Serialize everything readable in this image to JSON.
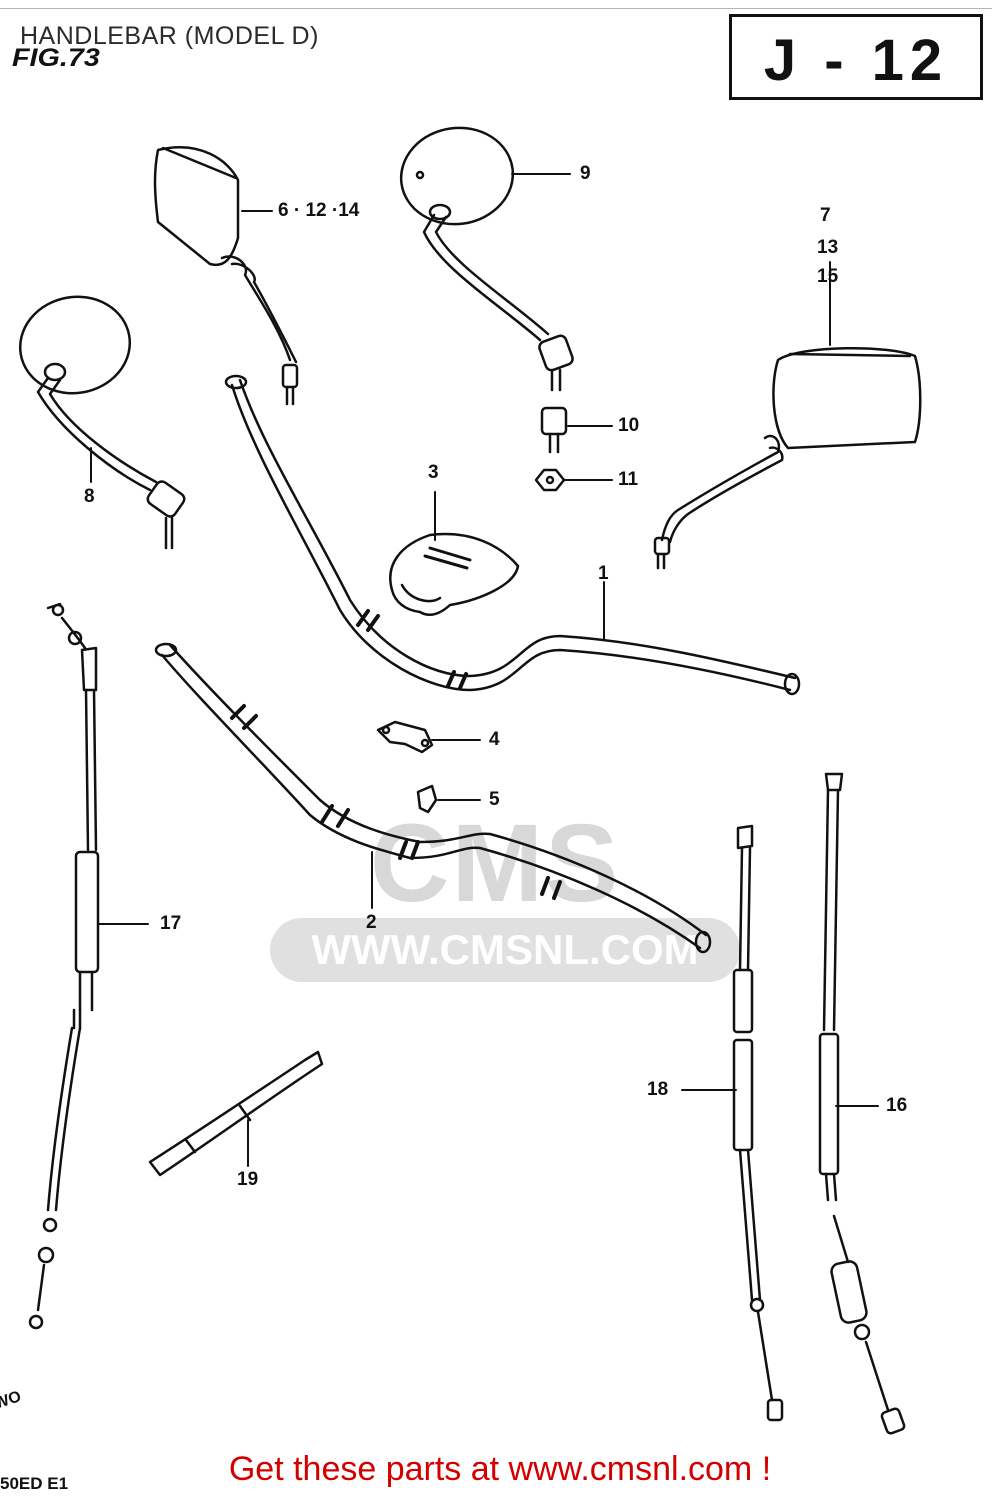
{
  "header": {
    "title": "HANDLEBAR (MODEL D)",
    "figure": "FIG.73",
    "page_code": "J - 12"
  },
  "watermark": {
    "brand": "CMS",
    "url": "WWW.CMSNL.COM"
  },
  "callouts": {
    "c1": "1",
    "c2": "2",
    "c3": "3",
    "c4": "4",
    "c5": "5",
    "c6": "6 · 12 ·14",
    "c7": "7",
    "c13": "13",
    "c15": "15",
    "c8": "8",
    "c9": "9",
    "c10": "10",
    "c11": "11",
    "c16": "16",
    "c17": "17",
    "c18": "18",
    "c19": "19"
  },
  "footer": {
    "promo": "Get these parts at www.cmsnl.com !",
    "code": "50ED E1",
    "edge_mark": "WO"
  },
  "colors": {
    "promo": "#d40000",
    "ink": "#111111",
    "watermark": "#d8d8d8"
  }
}
